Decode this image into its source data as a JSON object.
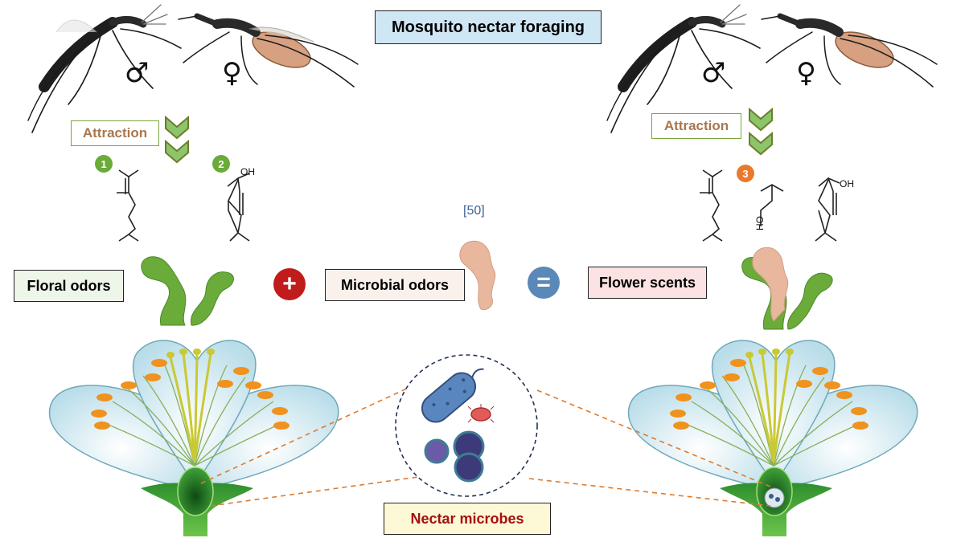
{
  "title": "Mosquito nectar foraging",
  "mosquitoes": {
    "left": {
      "male_symbol": "♂",
      "female_symbol": "♀"
    },
    "right": {
      "male_symbol": "♂",
      "female_symbol": "♀"
    }
  },
  "attraction": {
    "left": "Attraction",
    "right": "Attraction"
  },
  "compounds": {
    "badge_1": "1",
    "badge_2": "2",
    "badge_3": "3",
    "oh_2": "OH",
    "oh_3": "HO",
    "oh_right": "OH"
  },
  "reference": "[50]",
  "labels": {
    "floral_odors": "Floral odors",
    "microbial_odors": "Microbial odors",
    "flower_scents": "Flower scents",
    "nectar_microbes": "Nectar microbes"
  },
  "operators": {
    "plus": "+",
    "equals": "="
  },
  "colors": {
    "title_bg": "#cfe6f5",
    "attraction_text": "#a8774f",
    "odor_green": "#6aab3a",
    "microbial_plume": "#e8b79e",
    "nectar_label": "#a51010",
    "plus": "#c01c1c",
    "equals": "#5a88b8",
    "badge_3": "#e87a2e"
  }
}
